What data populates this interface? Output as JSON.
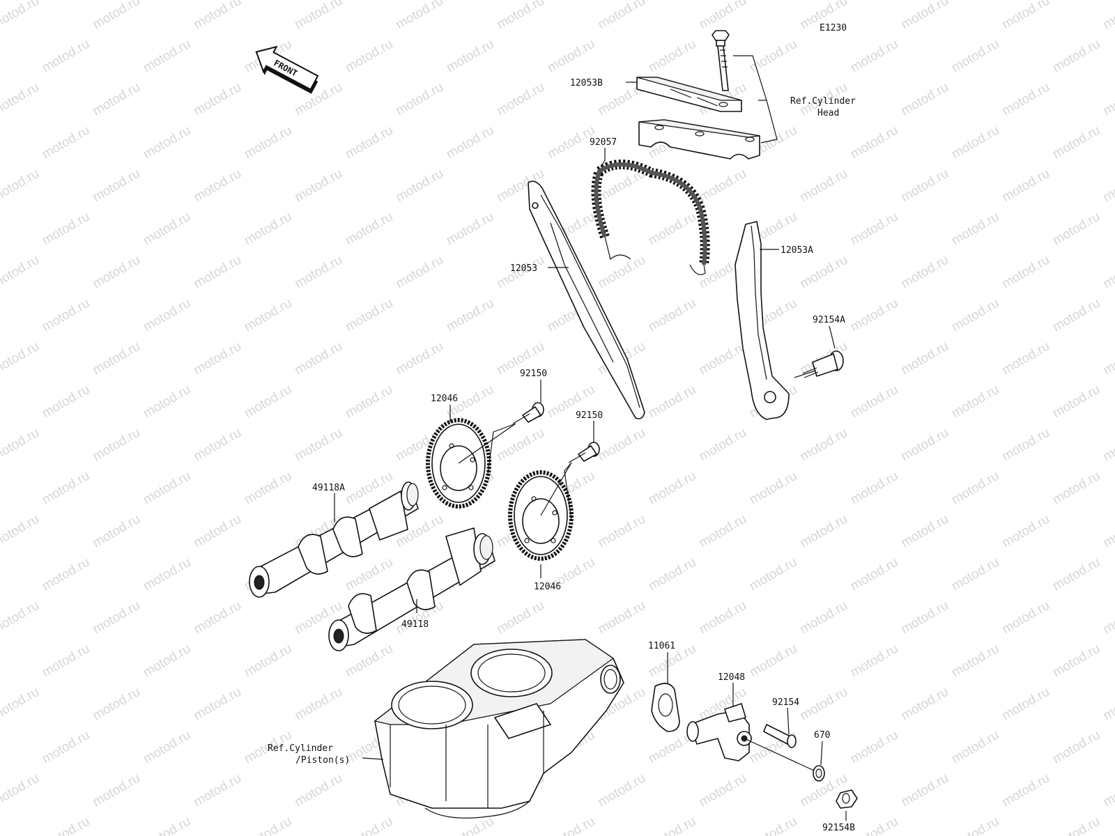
{
  "diagram_code": "E1230",
  "watermark": "motod.ru",
  "front_badge": "FRONT",
  "labels": {
    "p12053B": "12053B",
    "ref_head": "Ref.Cylinder",
    "ref_head2": "Head",
    "p92057": "92057",
    "p12053": "12053",
    "p12053A": "12053A",
    "p92154A": "92154A",
    "p92150a": "92150",
    "p92150b": "92150",
    "p12046a": "12046",
    "p12046b": "12046",
    "p49118A": "49118A",
    "p49118": "49118",
    "p11061": "11061",
    "p12048": "12048",
    "p92154": "92154",
    "p670": "670",
    "ref_piston1": "Ref.Cylinder",
    "ref_piston2": "/Piston(s)",
    "p92154B": "92154B"
  }
}
